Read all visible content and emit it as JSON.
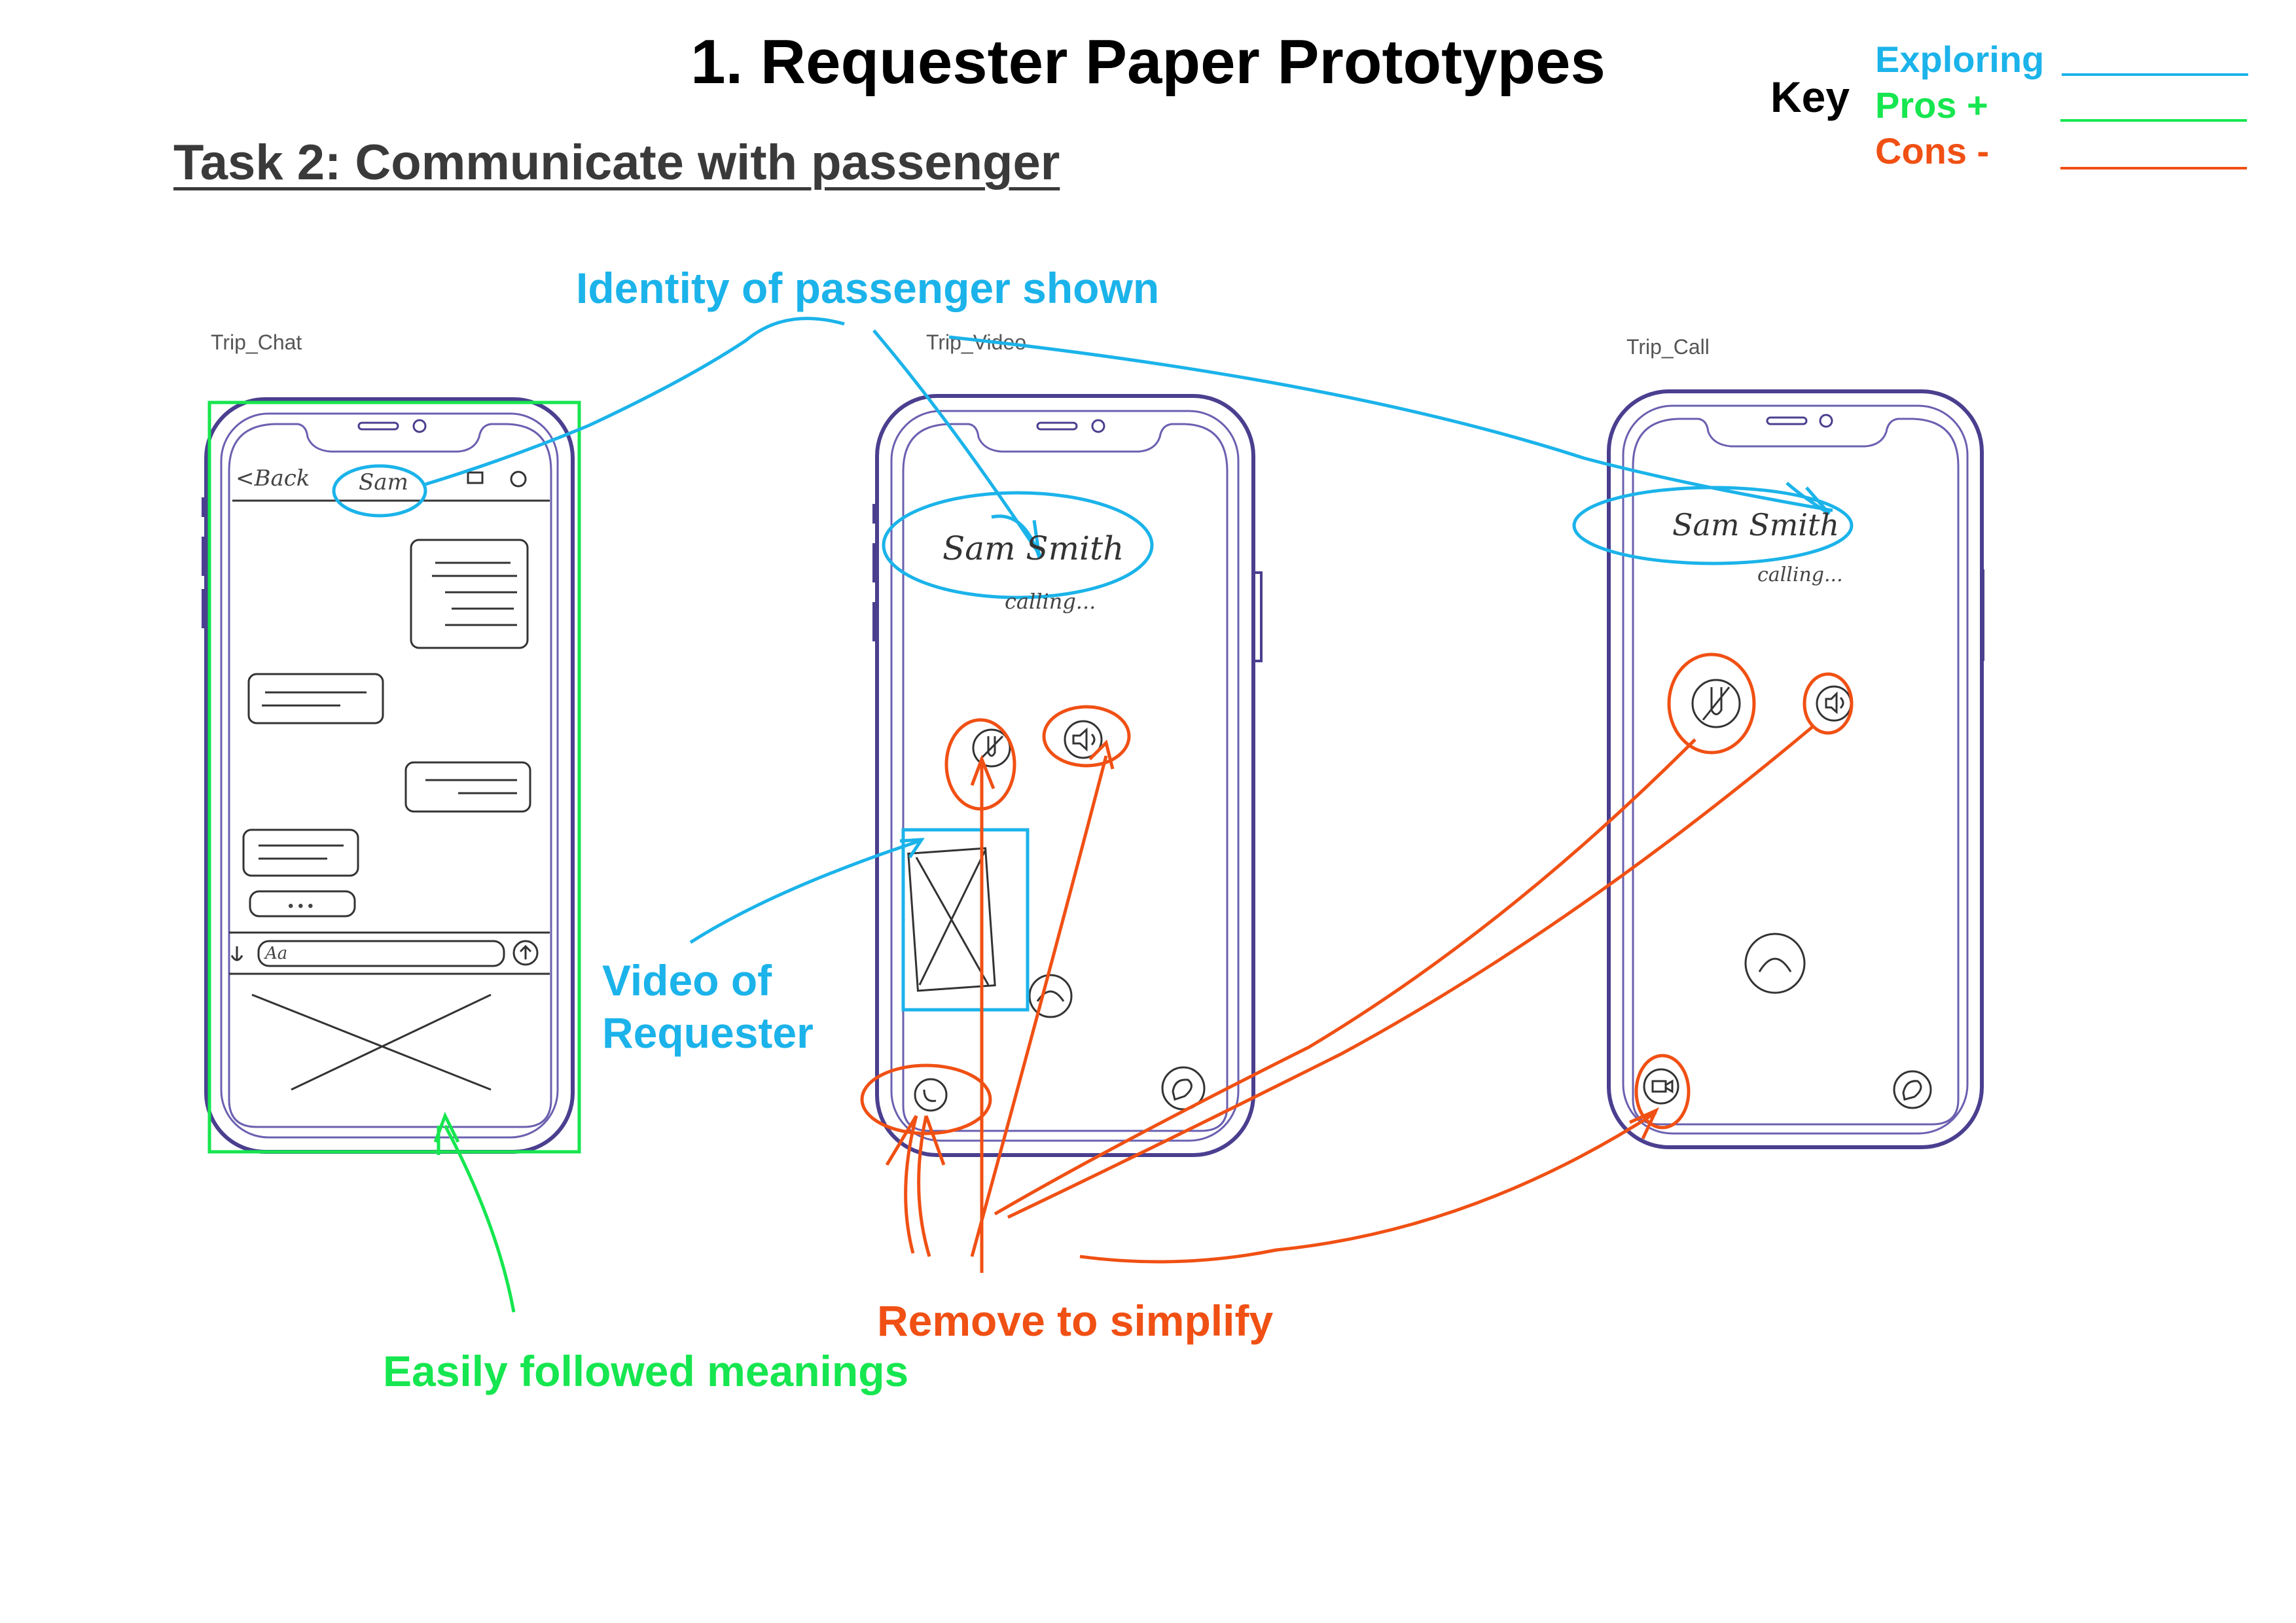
{
  "header": {
    "title": "1. Requester Paper Prototypes",
    "task": "Task 2: Communicate with passenger"
  },
  "key": {
    "label": "Key",
    "items": [
      {
        "label": "Exploring",
        "color": "#1bb3ea"
      },
      {
        "label": "Pros +",
        "color": "#16e64f"
      },
      {
        "label": "Cons -",
        "color": "#f05014"
      }
    ]
  },
  "screens": {
    "chat": {
      "name": "Trip_Chat",
      "back": "<Back",
      "contact": "Sam",
      "input_placeholder": "Aa",
      "typing": "• • •"
    },
    "video": {
      "name": "Trip_Video",
      "caller": "Sam Smith",
      "status": "calling..."
    },
    "call": {
      "name": "Trip_Call",
      "caller": "Sam Smith",
      "status": "calling..."
    }
  },
  "annotations": {
    "identity": "Identity of passenger shown",
    "video_line1": "Video of",
    "video_line2": "Requester",
    "remove": "Remove to simplify",
    "easily": "Easily followed meanings"
  },
  "colors": {
    "exploring": "#1bb3ea",
    "pros": "#16e64f",
    "cons": "#f05014",
    "phone_outline": "#4a3f8f",
    "sketch": "#333333"
  }
}
